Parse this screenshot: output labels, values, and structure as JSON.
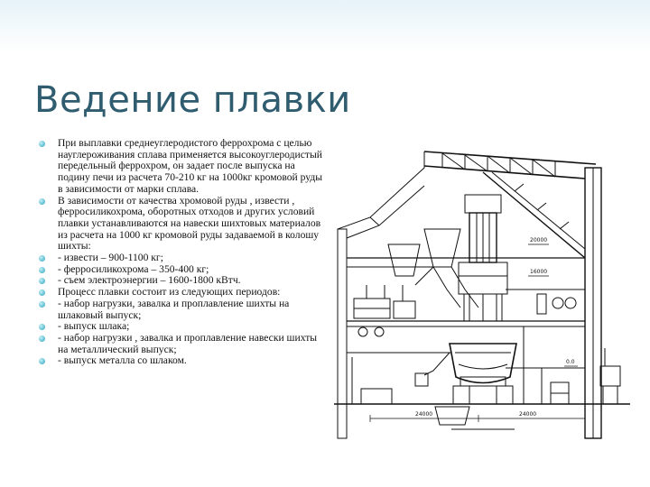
{
  "slide": {
    "title": "Ведение плавки",
    "bullets": [
      "При выплавки среднеуглеродистого феррохрома с целью науглероживания сплава применяется высокоуглеродистый передельный феррохром, он задает после выпуска на подину печи из расчета 70-210 кг на 1000кг кромовой руды в зависимости от марки сплава.",
      "В зависимости от качества хромовой руды , извести , ферросиликохрома, оборотных отходов и других условий плавки устанавливаются на навески шихтовых материалов из расчета на 1000 кг кромовой руды задаваемой в колошу шихты:",
      "- извести – 900-1100 кг;",
      "- ферросиликохрома – 350-400 кг;",
      "- съем электроэнергии – 1600-1800 кВтч.",
      "Процесс плавки состоит из следующих периодов:",
      "- набор нагрузки, завалка и проплавление шихты на шлаковый выпуск;",
      "- выпуск шлака;",
      "- набор нагрузки , завалка и проплавление навески шихты на металлический выпуск;",
      "- выпуск металла со шлаком."
    ]
  },
  "diagram": {
    "dimension_labels": [
      "20000",
      "16000",
      "0.0",
      "24000",
      "24000"
    ]
  },
  "colors": {
    "title": "#2f5c6e",
    "bullet": "#6cc7d8",
    "band": "#e6f3f8"
  }
}
